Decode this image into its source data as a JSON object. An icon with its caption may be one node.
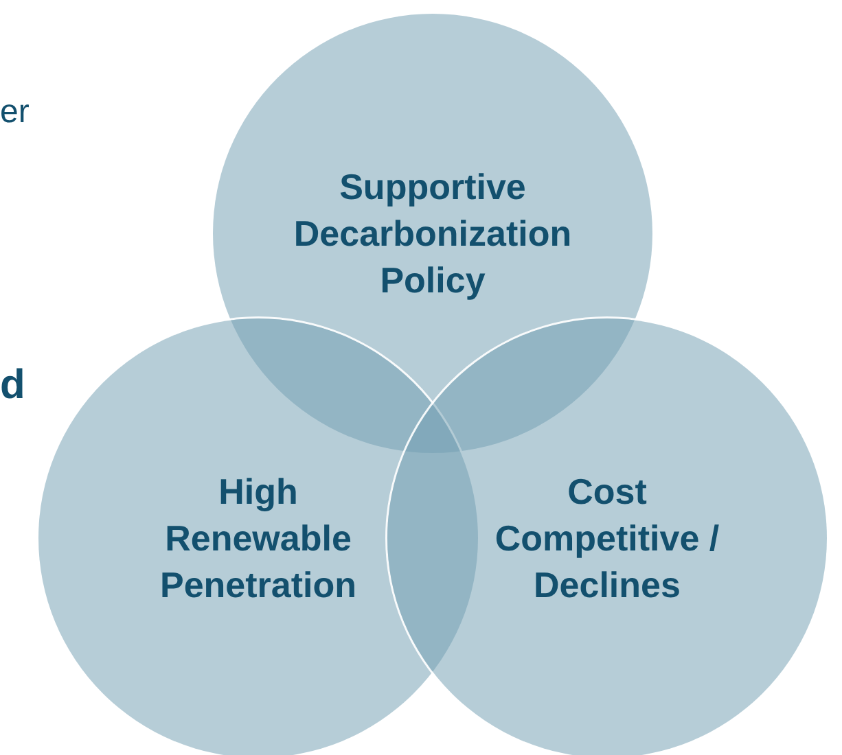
{
  "diagram": {
    "nodes": [
      {
        "text": [
          "Supportive Decarbonization Policy"
        ]
      },
      {
        "text": [
          "High Renewable Penetration"
        ]
      },
      {
        "text": [
          "Cost Competitive / Declines"
        ]
      }
    ],
    "labels": [
      "er",
      "d"
    ]
  }
}
